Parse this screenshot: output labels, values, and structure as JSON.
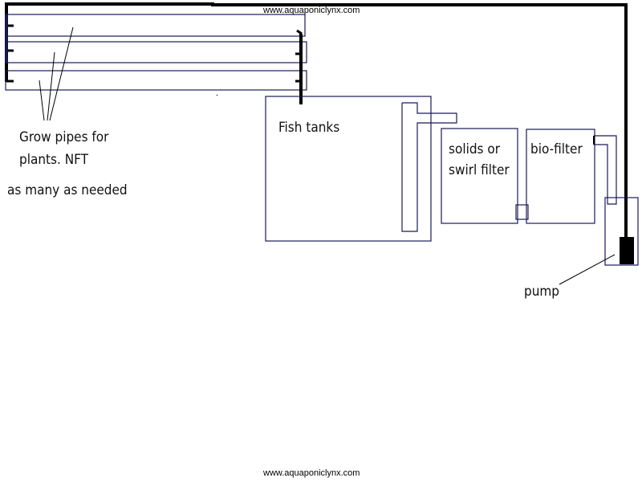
{
  "watermark_top": "www.aquaponiclynx.com",
  "watermark_bottom": "www.aquaponiclynx.com",
  "labels": {
    "grow_pipes_line1": "Grow pipes for",
    "grow_pipes_line2": "plants.  NFT",
    "as_many": "as many as needed",
    "fish_tanks": "Fish tanks",
    "solids_line1": "solids or",
    "solids_line2": "swirl filter",
    "bio_filter": "bio-filter",
    "pump": "pump"
  }
}
